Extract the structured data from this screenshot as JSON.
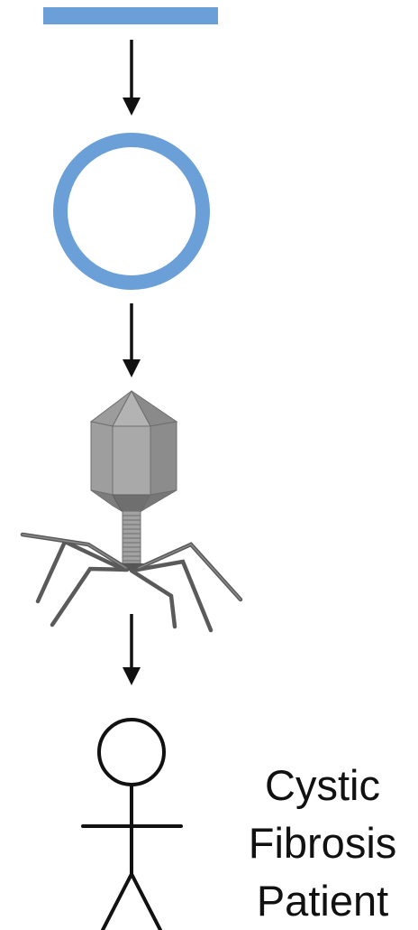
{
  "colors": {
    "dna": "#6a9fd8",
    "arrow": "#111111",
    "phage_light": "#a6a6a6",
    "phage_mid": "#8d8d8d",
    "phage_dark": "#6e6e6e",
    "phage_legs": "#555555",
    "figure": "#111111"
  },
  "steps": [
    {
      "name": "linear-dna",
      "icon": "linear-bar-icon"
    },
    {
      "name": "circular-plasmid",
      "icon": "ring-icon"
    },
    {
      "name": "bacteriophage",
      "icon": "bacteriophage-icon"
    },
    {
      "name": "patient",
      "icon": "stick-figure-icon"
    }
  ],
  "patient_label": {
    "line1": "Cystic",
    "line2": "Fibrosis",
    "line3": "Patient"
  }
}
